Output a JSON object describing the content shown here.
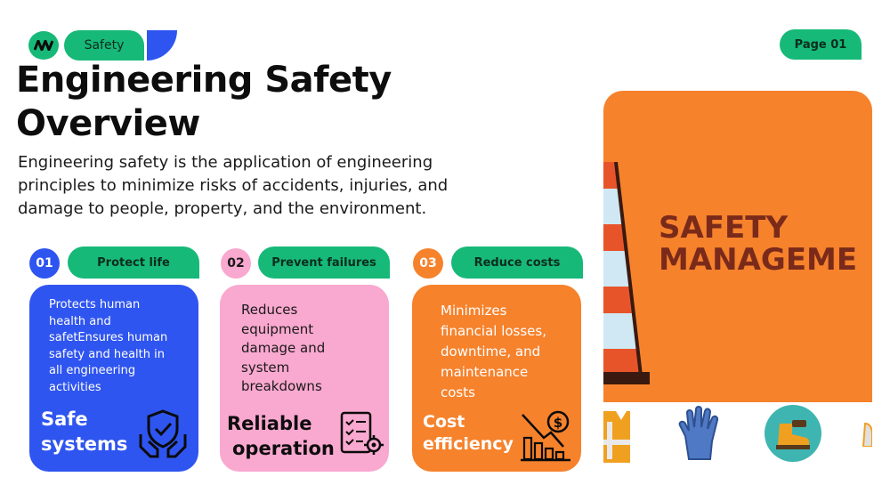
{
  "header": {
    "tag": "Safety",
    "page": "Page 01"
  },
  "title": "Engineering Safety Overview",
  "description": "Engineering safety is the application of engineering principles to minimize risks of accidents, injuries, and damage to people, property, and the environment.",
  "colors": {
    "green": "#17b978",
    "blue": "#2f55f0",
    "pink": "#f9a8cf",
    "orange": "#f6822c"
  },
  "cards": [
    {
      "number": "01",
      "label": "Protect life",
      "text": "Protects human health and safetEnsures human safety and health in all engineering activities",
      "heading_line1": "Safe",
      "heading_line2": "systems",
      "icon": "shield-hands-icon"
    },
    {
      "number": "02",
      "label": "Prevent failures",
      "text": "Reduces equipment damage and system breakdowns",
      "heading_line1": "Reliable",
      "heading_line2": "operation",
      "icon": "checklist-gear-icon"
    },
    {
      "number": "03",
      "label": "Reduce costs",
      "text": "Minimizes financial losses, downtime, and maintenance costs",
      "heading_line1": "Cost",
      "heading_line2": "efficiency",
      "icon": "declining-chart-dollar-icon"
    }
  ],
  "image": {
    "line1": "SAFETY",
    "line2": "MANAGEME",
    "items": [
      "safety-vest-icon",
      "glove-icon",
      "boot-icon"
    ]
  }
}
